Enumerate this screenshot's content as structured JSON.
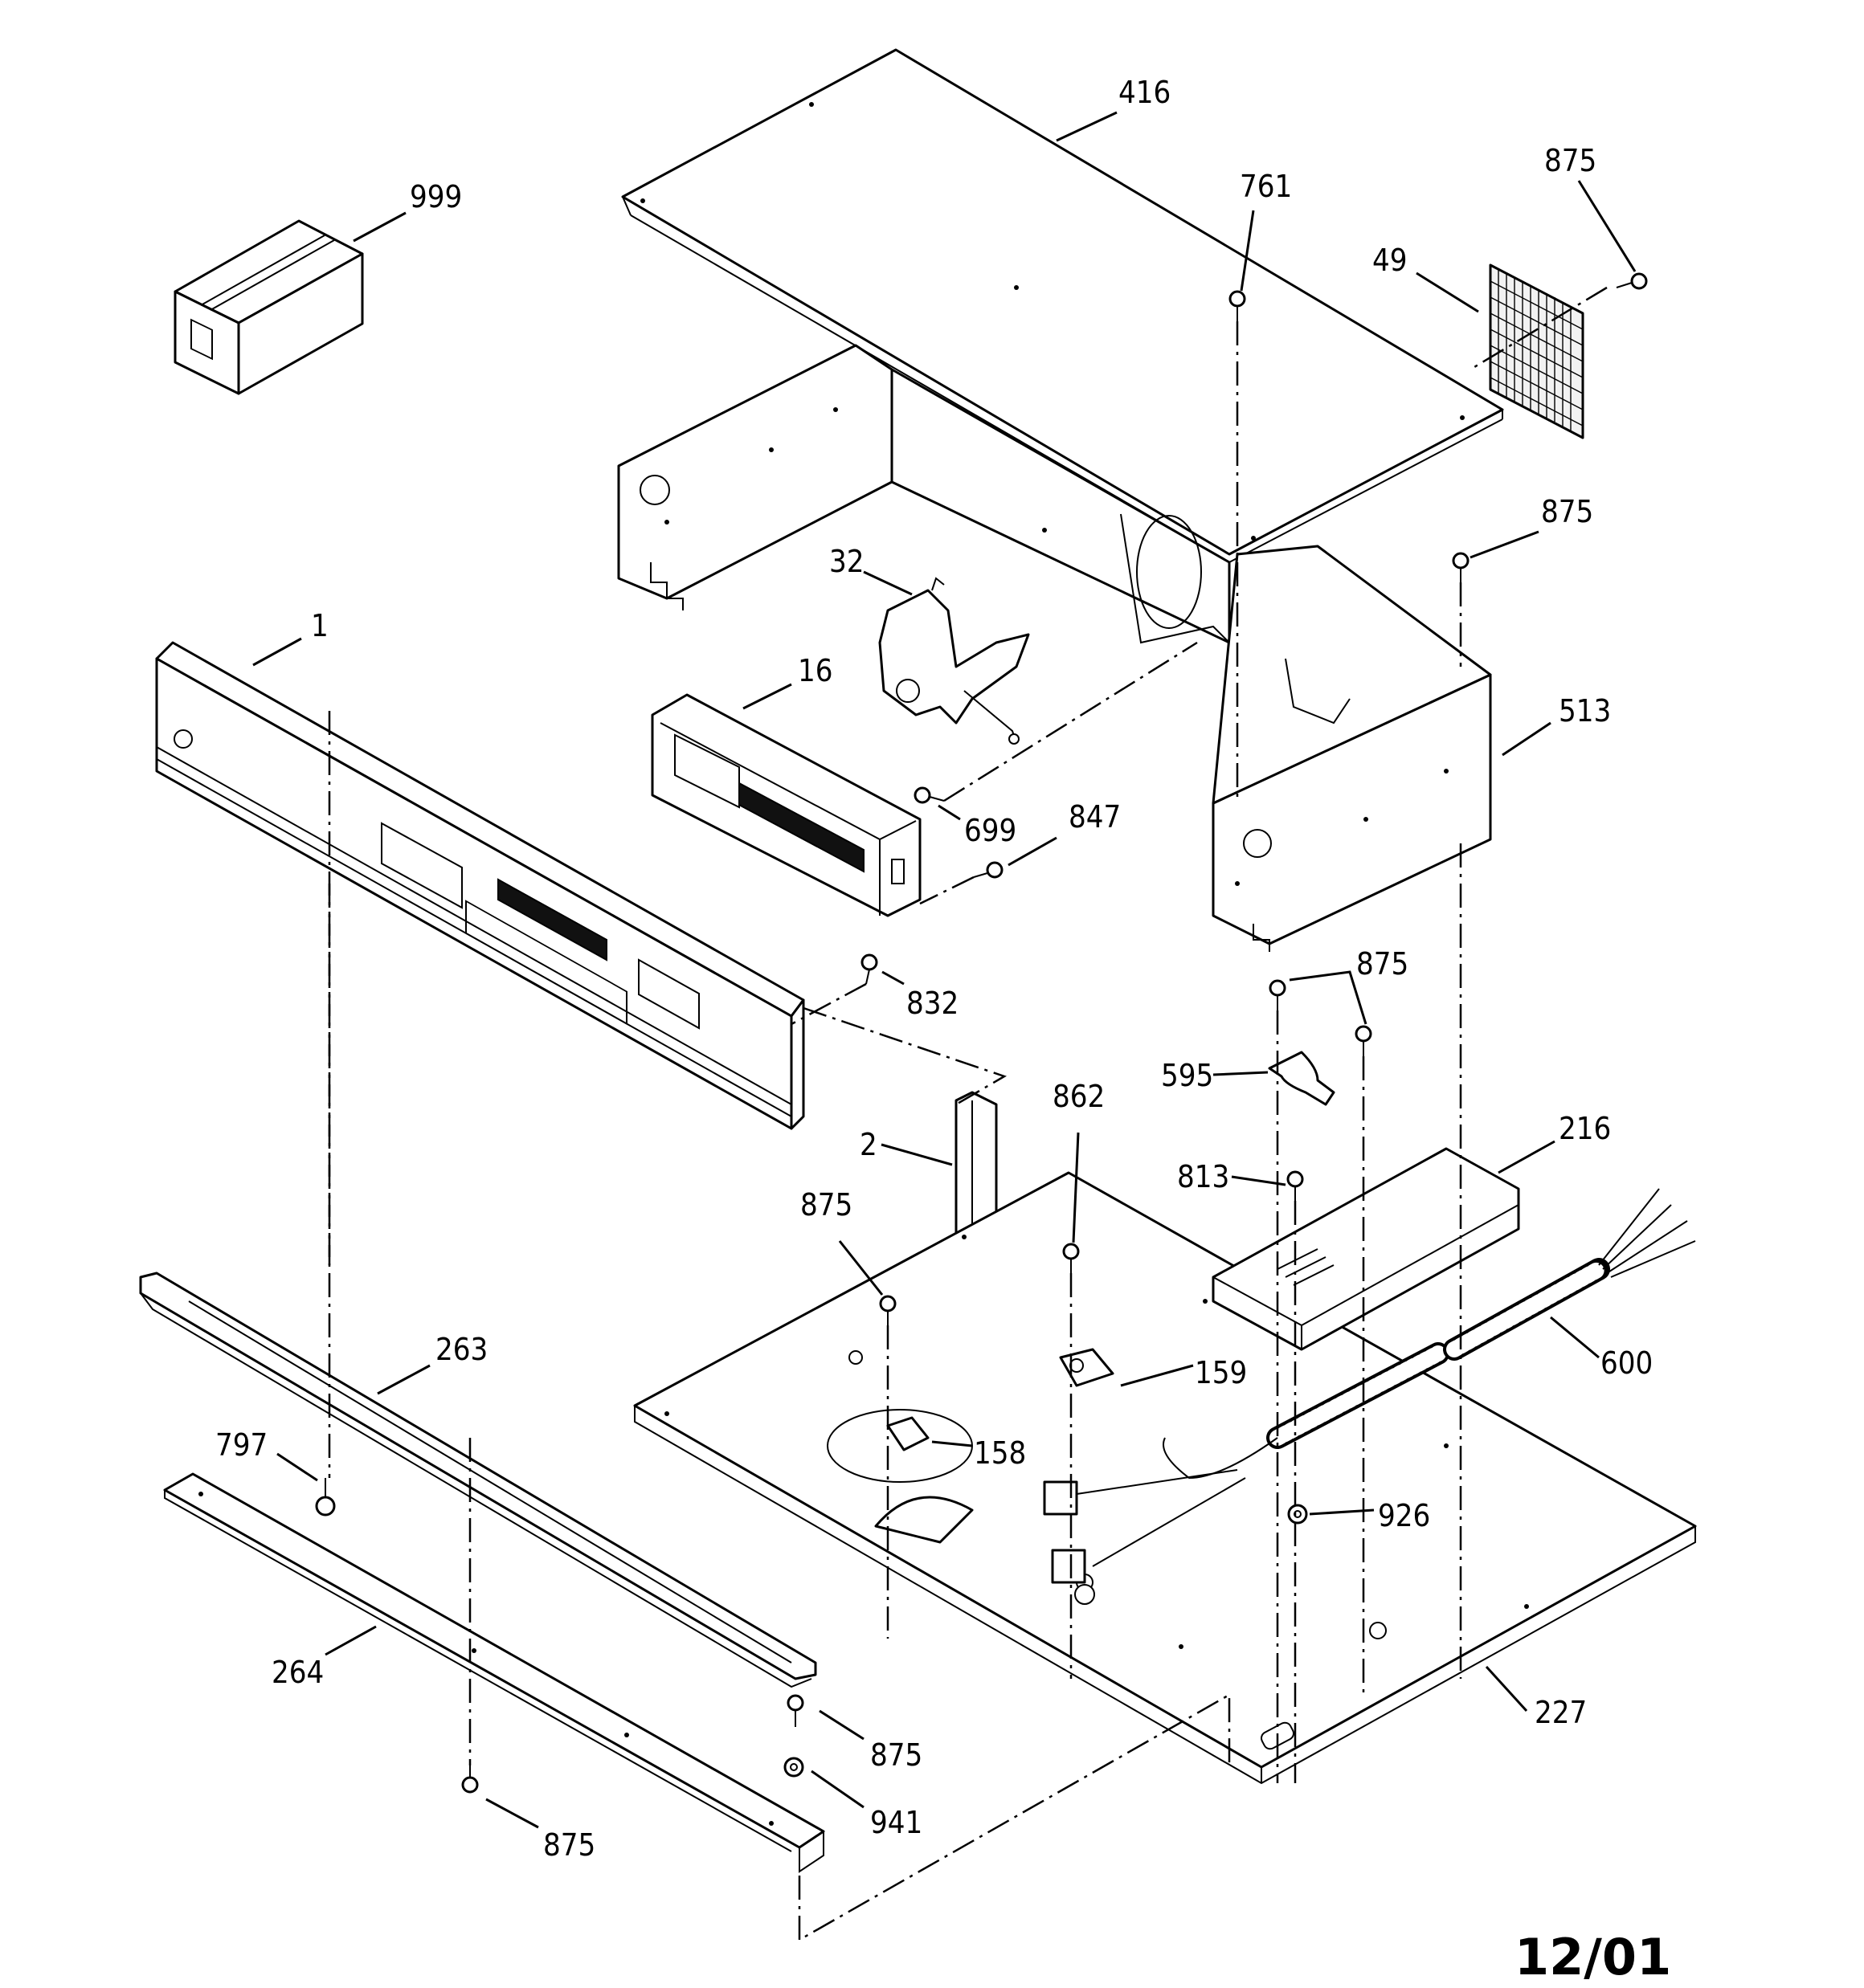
{
  "diagram": {
    "date_code": "12/01",
    "callouts": [
      {
        "id": "416",
        "text": "416"
      },
      {
        "id": "999",
        "text": "999"
      },
      {
        "id": "761",
        "text": "761"
      },
      {
        "id": "875-a",
        "text": "875"
      },
      {
        "id": "49",
        "text": "49"
      },
      {
        "id": "875-b",
        "text": "875"
      },
      {
        "id": "32",
        "text": "32"
      },
      {
        "id": "1",
        "text": "1"
      },
      {
        "id": "16",
        "text": "16"
      },
      {
        "id": "513",
        "text": "513"
      },
      {
        "id": "699",
        "text": "699"
      },
      {
        "id": "847",
        "text": "847"
      },
      {
        "id": "832",
        "text": "832"
      },
      {
        "id": "875-c",
        "text": "875"
      },
      {
        "id": "595",
        "text": "595"
      },
      {
        "id": "862",
        "text": "862"
      },
      {
        "id": "216",
        "text": "216"
      },
      {
        "id": "2",
        "text": "2"
      },
      {
        "id": "813",
        "text": "813"
      },
      {
        "id": "875-d",
        "text": "875"
      },
      {
        "id": "263",
        "text": "263"
      },
      {
        "id": "159",
        "text": "159"
      },
      {
        "id": "600",
        "text": "600"
      },
      {
        "id": "797",
        "text": "797"
      },
      {
        "id": "158",
        "text": "158"
      },
      {
        "id": "926",
        "text": "926"
      },
      {
        "id": "264",
        "text": "264"
      },
      {
        "id": "227",
        "text": "227"
      },
      {
        "id": "875-e",
        "text": "875"
      },
      {
        "id": "941",
        "text": "941"
      },
      {
        "id": "875-f",
        "text": "875"
      }
    ]
  }
}
